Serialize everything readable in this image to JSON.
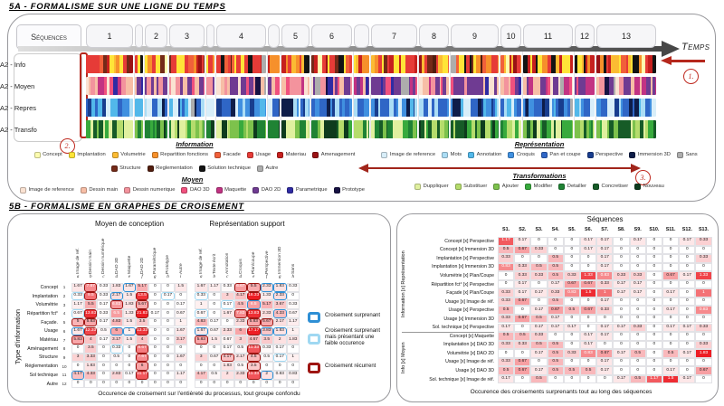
{
  "panel_a": {
    "title": "5A - FORMALISME SUR UNE LIGNE DU TEMPS",
    "sequences_label": "Séquences",
    "temps_label": "Temps",
    "tabs": [
      {
        "label": "1",
        "w": 52
      },
      {
        "label": "",
        "w": 9
      },
      {
        "label": "2",
        "w": 25
      },
      {
        "label": "3",
        "w": 39
      },
      {
        "label": "",
        "w": 9
      },
      {
        "label": "4",
        "w": 55
      },
      {
        "label": "",
        "w": 13
      },
      {
        "label": "5",
        "w": 31
      },
      {
        "label": "6",
        "w": 45
      },
      {
        "label": "",
        "w": 17
      },
      {
        "label": "7",
        "w": 51
      },
      {
        "label": "8",
        "w": 33
      },
      {
        "label": "9",
        "w": 53
      },
      {
        "label": "10",
        "w": 23
      },
      {
        "label": "11",
        "w": 55
      },
      {
        "label": "12",
        "w": 22
      },
      {
        "label": "13",
        "w": 66
      }
    ],
    "rows": [
      {
        "label": "A2 - Info",
        "palette": "information",
        "seed": 11
      },
      {
        "label": "A2 - Moyen",
        "palette": "moyen",
        "seed": 27
      },
      {
        "label": "A2 - Repres",
        "palette": "representation",
        "seed": 35
      },
      {
        "label": "A2 - Transfo",
        "palette": "transformations",
        "seed": 48
      }
    ],
    "annotations": {
      "n1": "1.",
      "n2": "2.",
      "n3": "3."
    },
    "legends": [
      {
        "title": "Information",
        "rows": [
          [
            {
              "label": "Concept",
              "color": "#FCFCAF"
            },
            {
              "label": "Implantation",
              "color": "#FFE438"
            },
            {
              "label": "Volumetrie",
              "color": "#FBBB33"
            },
            {
              "label": "Repartition fonctions",
              "color": "#F6902B"
            },
            {
              "label": "Facade",
              "color": "#F1603A"
            },
            {
              "label": "Usage",
              "color": "#E63B37"
            },
            {
              "label": "Materiau",
              "color": "#C6201E"
            },
            {
              "label": "Amenagement",
              "color": "#9A1215"
            }
          ],
          [
            {
              "label": "Structure",
              "color": "#742A18"
            },
            {
              "label": "Reglementation",
              "color": "#511D0E"
            },
            {
              "label": "Solution technique",
              "color": "#141414"
            },
            {
              "label": "Autre",
              "color": "#ADADAD"
            }
          ]
        ]
      },
      {
        "title": "Moyen",
        "rows": [
          [
            {
              "label": "Image de reference",
              "color": "#FAE2D2"
            },
            {
              "label": "Dessin main",
              "color": "#F7BEA6"
            },
            {
              "label": "Dessin numerique",
              "color": "#F3939D"
            },
            {
              "label": "DAO 3D",
              "color": "#F0517E"
            },
            {
              "label": "Maquette",
              "color": "#C23383"
            },
            {
              "label": "DAO 2D",
              "color": "#6F3B92"
            },
            {
              "label": "Parametrique",
              "color": "#2F2BA3"
            },
            {
              "label": "Prototype",
              "color": "#171243"
            }
          ]
        ]
      },
      {
        "title": "Représentation",
        "rows": [
          [
            {
              "label": "Image de reference",
              "color": "#D8EEF9"
            },
            {
              "label": "Mots",
              "color": "#ABDDF5"
            },
            {
              "label": "Annotation",
              "color": "#52B8EA"
            },
            {
              "label": "Croquis",
              "color": "#4090E0"
            },
            {
              "label": "Pan et coupe",
              "color": "#2F66C6"
            },
            {
              "label": "Perspective",
              "color": "#183D8E"
            },
            {
              "label": "Immersion 3D",
              "color": "#0E1D49"
            },
            {
              "label": "Sans",
              "color": "#ADADAD"
            }
          ]
        ]
      },
      {
        "title": "Transformations",
        "rows": [
          [
            {
              "label": "Duppliquer",
              "color": "#E0F09F"
            },
            {
              "label": "Substituer",
              "color": "#B5DC6C"
            },
            {
              "label": "Ajouter",
              "color": "#7DC24C"
            },
            {
              "label": "Modifier",
              "color": "#38AA3D"
            },
            {
              "label": "Detailler",
              "color": "#1F8334"
            },
            {
              "label": "Concretiser",
              "color": "#165B27"
            },
            {
              "label": "Nouveau",
              "color": "#0E3B1D"
            }
          ]
        ]
      }
    ]
  },
  "barcode_palettes": {
    "information": [
      [
        "#FCFCAF",
        1
      ],
      [
        "#FFE438",
        5
      ],
      [
        "#FBBB33",
        4
      ],
      [
        "#F6902B",
        4
      ],
      [
        "#F1603A",
        3
      ],
      [
        "#E63B37",
        6
      ],
      [
        "#C6201E",
        4
      ],
      [
        "#9A1215",
        2
      ],
      [
        "#742A18",
        2
      ],
      [
        "#511D0E",
        1
      ],
      [
        "#141414",
        3
      ],
      [
        "#ADADAD",
        0.6
      ]
    ],
    "moyen": [
      [
        "#FAE2D2",
        2
      ],
      [
        "#F7BEA6",
        4
      ],
      [
        "#F3939D",
        2.5
      ],
      [
        "#F0517E",
        2
      ],
      [
        "#C23383",
        3
      ],
      [
        "#6F3B92",
        9
      ],
      [
        "#2F2BA3",
        1
      ],
      [
        "#171243",
        1
      ],
      [
        "#ADADAD",
        1.2
      ]
    ],
    "representation": [
      [
        "#D8EEF9",
        2.5
      ],
      [
        "#ABDDF5",
        2
      ],
      [
        "#52B8EA",
        2
      ],
      [
        "#4090E0",
        4
      ],
      [
        "#2F66C6",
        7
      ],
      [
        "#183D8E",
        2.5
      ],
      [
        "#0E1D49",
        2
      ],
      [
        "#ADADAD",
        0.4
      ]
    ],
    "transformations": [
      [
        "#E0F09F",
        4
      ],
      [
        "#B5DC6C",
        3
      ],
      [
        "#7DC24C",
        4
      ],
      [
        "#38AA3D",
        3
      ],
      [
        "#1F8334",
        4
      ],
      [
        "#165B27",
        4
      ],
      [
        "#0E3B1D",
        3
      ]
    ]
  },
  "panel_b": {
    "title": "5B - FORMALISME EN GRAPHES DE CROISEMENT",
    "left": {
      "group1_title": "Moyen de conception",
      "group2_title": "Représentation support",
      "side_label": "Type d'information",
      "legend": [
        {
          "type": "S",
          "label": "Croisement surprenant"
        },
        {
          "type": "F",
          "label": "Croisement surprenant mais présentant une faible occurence"
        },
        {
          "type": "R",
          "label": "Croisement récurrent"
        }
      ],
      "caption": "Occurence de croisement sur l'entièreté du processus, tout groupe confondu"
    },
    "right": {
      "title": "Séquences",
      "group1_label": "Information [x] Représentation",
      "group2_label": "Info [x] Moyen",
      "caption": "Occurence des croisements surprenants tout au long des séquences"
    }
  },
  "chart_data": [
    {
      "type": "heatmap",
      "title": "Moyen de conception",
      "columns": [
        "Image de ref.",
        "Dessin main",
        "Dessin numérique",
        "DAO 3D",
        "Maquette",
        "DAO 2D",
        "Paramétrique",
        "Prototype",
        "Autre"
      ],
      "column_letters": [
        "a",
        "b",
        "c",
        "d",
        "e",
        "f",
        "g",
        "h",
        "i"
      ],
      "rows": [
        "Concept",
        "Implantation",
        "Volumétrie",
        "Répartition fct°",
        "Façade.",
        "Usage",
        "Matériau",
        "Aménagement",
        "Structure",
        "Réglementation",
        "Sol technique",
        "Autre"
      ],
      "row_numbers": [
        "1",
        "2",
        "3",
        "4",
        "5",
        "6",
        "7",
        "8",
        "9",
        "10",
        "11",
        "12"
      ],
      "scale_max": 15,
      "values": [
        [
          1.67,
          7.67,
          0.33,
          1.83,
          1.67,
          5.17,
          0,
          0,
          1.5
        ],
        [
          0.33,
          9.5,
          0.33,
          2.17,
          1.5,
          13.5,
          0,
          0.17,
          0
        ],
        [
          1.17,
          5.5,
          0.17,
          6.83,
          1.83,
          5.67,
          0,
          0,
          0.17
        ],
        [
          0.67,
          13.83,
          0.33,
          6.5,
          1.33,
          21.83,
          0.17,
          0,
          0.67
        ],
        [
          5,
          5.83,
          0.17,
          4.83,
          1.5,
          3.5,
          0,
          0,
          1
        ],
        [
          1.67,
          12.33,
          0.5,
          6,
          1,
          13.33,
          0,
          0,
          1.67
        ],
        [
          5.83,
          4,
          0.17,
          3.17,
          1.5,
          4,
          0,
          0,
          3.17
        ],
        [
          0,
          3.5,
          0,
          0.33,
          0,
          8.67,
          0,
          0,
          0
        ],
        [
          3,
          3.33,
          0,
          0.5,
          0,
          7.67,
          0,
          0,
          1.67
        ],
        [
          0,
          1.83,
          0,
          0,
          0,
          6,
          0,
          0,
          0
        ],
        [
          4.17,
          4.33,
          0,
          2.83,
          0.17,
          11.17,
          0,
          0,
          1.17
        ],
        [
          0,
          0,
          0,
          0,
          0,
          0,
          0,
          0,
          0
        ]
      ],
      "marks": [
        ".R..S....",
        "FR.S.R.F.",
        "...R.R...",
        "FR...R...",
        "RR.......",
        "SR.SSR...",
        "R........",
        "...F.R...",
        ".....R...",
        ".....R...",
        "S....R...",
        "........."
      ]
    },
    {
      "type": "heatmap",
      "title": "Représentation support",
      "columns": [
        "Image de ref.",
        "Texte écrit",
        "Annotation",
        "Croquis",
        "Plan/coupe",
        "Perspective",
        "Immersion 3D",
        "Sans"
      ],
      "column_letters": [
        "a",
        "b",
        "c",
        "d",
        "e",
        "f",
        "g",
        "h"
      ],
      "rows": [
        "Concept",
        "Implantation",
        "Volumétrie",
        "Répartition fct°",
        "Façade.",
        "Usage",
        "Matériau",
        "Aménagement",
        "Structure",
        "Réglementation",
        "Sol technique",
        "Autre"
      ],
      "scale_max": 15,
      "values": [
        [
          1.67,
          1.17,
          0.33,
          6.67,
          5.5,
          2.33,
          1.83,
          0.33
        ],
        [
          0.33,
          0,
          3,
          4.17,
          16.33,
          1.33,
          2.33,
          0
        ],
        [
          1,
          0,
          0.17,
          4.5,
          6.5,
          5.17,
          3.67,
          0.33
        ],
        [
          0.67,
          0,
          1.67,
          7.83,
          13.83,
          2.33,
          4.33,
          0.67
        ],
        [
          4.83,
          0.17,
          0,
          2.33,
          5.83,
          5.67,
          2.17,
          1.17
        ],
        [
          1.67,
          0.67,
          2.33,
          6,
          17.17,
          3.83,
          1.83,
          1
        ],
        [
          5.83,
          1.5,
          0.67,
          3,
          4.67,
          3.5,
          2,
          1.83
        ],
        [
          0,
          0,
          0.17,
          0.5,
          11.33,
          0.33,
          0.17,
          0
        ],
        [
          3,
          0.67,
          4.17,
          2.17,
          4.5,
          0.5,
          0.17,
          1
        ],
        [
          0,
          0,
          1.83,
          0.5,
          3.5,
          0,
          0,
          0
        ],
        [
          4.17,
          0.5,
          2,
          2.33,
          11.33,
          2,
          0.83,
          0.83
        ],
        [
          0,
          0,
          0,
          0,
          0,
          0,
          0,
          0
        ]
      ],
      "marks": [
        "...RRSS.",
        "F...R.S.",
        "..F.S...",
        "F..RR.S.",
        "....RR..",
        "S...RSS.",
        "R.......",
        "....R...",
        "..R.R.F.",
        "....R...",
        "....RS..",
        "........"
      ]
    },
    {
      "type": "heatmap",
      "title": "Séquences",
      "columns": [
        "S1.",
        "S2.",
        "S3.",
        "S4.",
        "S5.",
        "S6.",
        "S7.",
        "S8.",
        "S9.",
        "S10.",
        "S11.",
        "S12.",
        "S13."
      ],
      "rows": [
        "Concept [x] Perspective",
        "Concept [x] Immersion 3D",
        "Implantation [x] Perspective",
        "Implantation [x] Immersion 3D",
        "Volumétrie [x] Plan/Coupe",
        "Répartition fct° [x] Perspective",
        "Façade [x] Plan/Coupe",
        "Usage [x] Image de réf.",
        "Usage [x] Perspective",
        "Usage [x] Immersion 3D",
        "Sol. technique [x] Perspective",
        "Concept [x] Maquette",
        "Implantation [x] DAO 3D",
        "Volumétrie [x] DAO 2D",
        "Usage [x] Image de réf.",
        "Usage [x] DAO 3D",
        "Sol. technique [x] Image de réf."
      ],
      "group_of_row": [
        0,
        0,
        0,
        0,
        0,
        0,
        0,
        0,
        0,
        0,
        0,
        1,
        1,
        1,
        1,
        1,
        1
      ],
      "scale_max": 1.6,
      "values": [
        [
          1.17,
          0.17,
          0,
          0,
          0,
          0.17,
          0.17,
          0,
          0.17,
          0,
          0,
          0.17,
          0.33
        ],
        [
          0.5,
          0.67,
          0.33,
          0,
          0,
          0.17,
          0.17,
          0,
          0,
          0,
          0,
          0,
          0
        ],
        [
          0.33,
          0,
          0,
          0.5,
          0,
          0,
          0.17,
          0,
          0,
          0,
          0,
          0,
          0.33
        ],
        [
          0.83,
          0.33,
          0.5,
          0.5,
          0,
          0,
          0.17,
          0,
          0,
          0,
          0,
          0,
          0
        ],
        [
          0,
          0.33,
          0.33,
          0.5,
          0.33,
          1.33,
          0.83,
          0.33,
          0.33,
          0,
          0.67,
          0.17,
          1.33
        ],
        [
          0,
          0.17,
          0,
          0.17,
          0.67,
          0.67,
          0.33,
          0.17,
          0.17,
          0,
          0,
          0,
          0
        ],
        [
          0.33,
          0.17,
          0.17,
          0.33,
          0.83,
          1.5,
          1,
          0.17,
          0.17,
          0,
          0.17,
          0,
          1
        ],
        [
          0.33,
          0.67,
          0,
          0.5,
          0,
          0,
          0.17,
          0,
          0,
          0,
          0,
          0,
          0
        ],
        [
          0.5,
          0,
          0.17,
          0.67,
          0.5,
          0.67,
          0.33,
          0,
          0,
          0,
          0.17,
          0,
          0.83
        ],
        [
          0.33,
          0.67,
          0.5,
          0.17,
          0,
          0,
          0,
          0,
          0,
          0,
          0,
          0,
          0
        ],
        [
          0.17,
          0,
          0.17,
          0.17,
          0.17,
          0,
          0.17,
          0.17,
          0.33,
          0,
          0.17,
          0.17,
          0.33
        ],
        [
          0.5,
          0.5,
          0.33,
          0,
          0,
          0.17,
          0.17,
          0,
          0,
          0,
          0,
          0,
          0
        ],
        [
          0.33,
          0.33,
          0.5,
          0.5,
          0,
          0.17,
          0,
          0,
          0,
          0,
          0,
          0,
          0.33
        ],
        [
          0,
          0,
          0.17,
          0.5,
          0.33,
          0.83,
          0.67,
          0.17,
          0.5,
          0,
          0.5,
          0.17,
          1.83
        ],
        [
          0.33,
          0.67,
          0,
          0.5,
          0,
          0,
          0.17,
          0,
          0,
          0,
          0,
          0,
          0
        ],
        [
          0.5,
          0.67,
          0.17,
          0.5,
          0.5,
          0.5,
          0.17,
          0,
          0,
          0,
          0.17,
          0,
          0.67
        ],
        [
          0.17,
          0,
          0.5,
          0,
          0,
          0,
          0,
          0.17,
          0.5,
          1.17,
          1.5,
          0.17,
          0
        ]
      ]
    }
  ],
  "colors": {
    "annotation_red": "#b5271c",
    "heat_red": "#ed1d24",
    "marks": {
      "S": "#2e8fd5",
      "F": "#9fd8f2",
      "R": "#9e1512"
    }
  }
}
